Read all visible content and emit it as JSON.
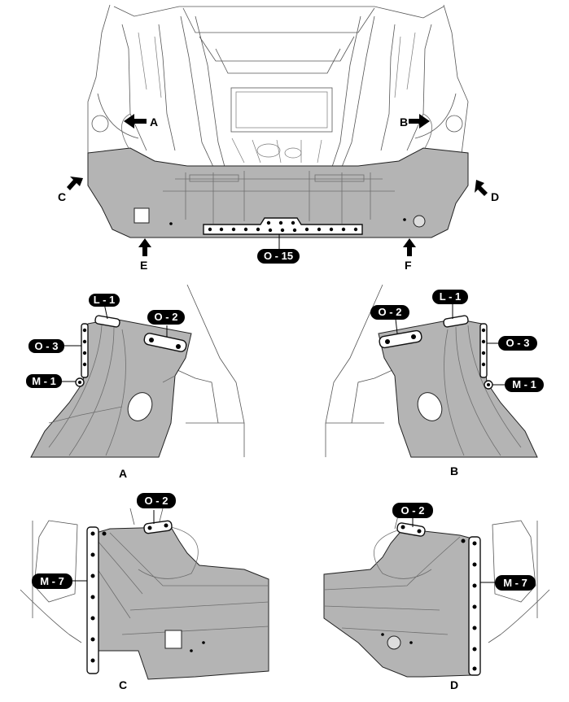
{
  "views": {
    "top": {
      "arrows": {
        "a": "A",
        "b": "B",
        "c": "C",
        "d": "D",
        "e": "E",
        "f": "F"
      },
      "tags": {
        "bottom_seal": "O - 15"
      }
    },
    "a": {
      "caption": "A",
      "tags": {
        "l": "L - 1",
        "o2": "O - 2",
        "o3": "O - 3",
        "m": "M - 1"
      }
    },
    "b": {
      "caption": "B",
      "tags": {
        "l": "L - 1",
        "o2": "O - 2",
        "o3": "O - 3",
        "m": "M - 1"
      }
    },
    "c": {
      "caption": "C",
      "tags": {
        "o2": "O - 2",
        "m7": "M - 7"
      }
    },
    "d": {
      "caption": "D",
      "tags": {
        "o2": "O - 2",
        "m7": "M - 7"
      }
    }
  },
  "colors": {
    "panel": "#b4b4b4",
    "tag_background": "#000000",
    "tag_text": "#ffffff",
    "outline": "#222222"
  },
  "icons": [
    "arrow-icon",
    "grommet-icon",
    "sealing-strip-icon"
  ]
}
